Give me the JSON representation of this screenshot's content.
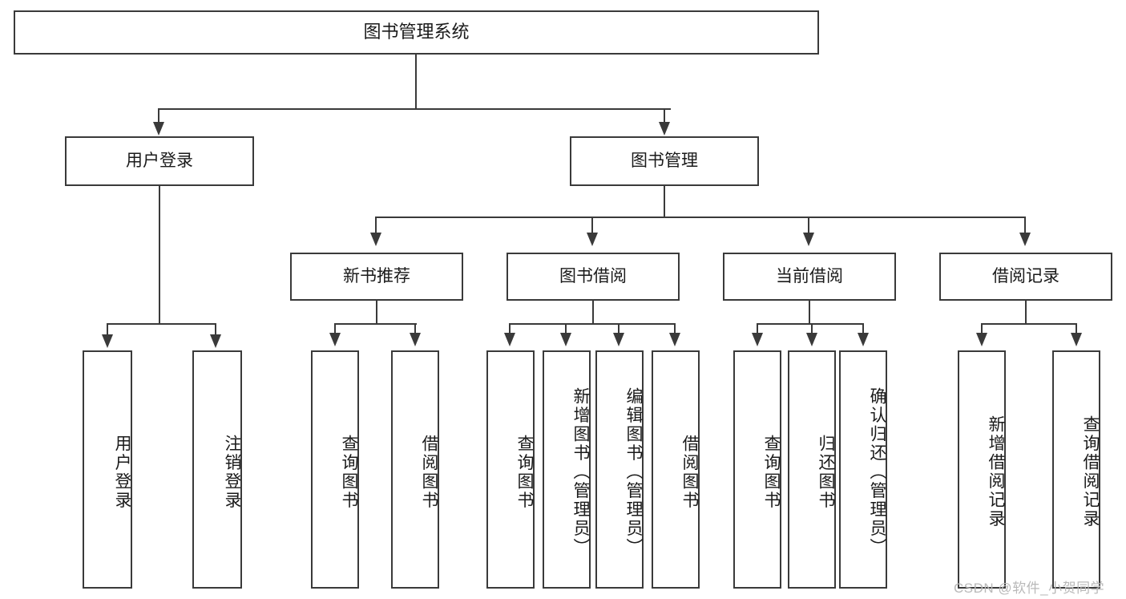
{
  "diagram": {
    "title": "图书管理系统",
    "type": "功能结构图",
    "watermark": "CSDN @软件_小贺同学",
    "colors": {
      "box_border": "#3a3a3a",
      "box_fill": "#ffffff",
      "text": "#1a1a1a",
      "connector": "#3a3a3a",
      "watermark": "#b9b9b9",
      "background": "#ffffff"
    },
    "root": {
      "label": "图书管理系统"
    },
    "level2": [
      {
        "id": "user-login",
        "label": "用户登录"
      },
      {
        "id": "book-management",
        "label": "图书管理"
      }
    ],
    "level3": [
      {
        "id": "new-book-recommend",
        "label": "新书推荐",
        "parent": "book-management"
      },
      {
        "id": "book-borrow",
        "label": "图书借阅",
        "parent": "book-management"
      },
      {
        "id": "current-borrow",
        "label": "当前借阅",
        "parent": "book-management"
      },
      {
        "id": "borrow-record",
        "label": "借阅记录",
        "parent": "book-management"
      }
    ],
    "leaves": {
      "user_login": [
        {
          "id": "leaf-user-login",
          "label": "用户登录"
        },
        {
          "id": "leaf-logout",
          "label": "注销登录"
        }
      ],
      "new_book_recommend": [
        {
          "id": "leaf-query-book-1",
          "label": "查询图书"
        },
        {
          "id": "leaf-borrow-book-1",
          "label": "借阅图书"
        }
      ],
      "book_borrow": [
        {
          "id": "leaf-query-book-2",
          "label": "查询图书"
        },
        {
          "id": "leaf-add-book",
          "label": "新增图书（管理员）"
        },
        {
          "id": "leaf-edit-book",
          "label": "编辑图书（管理员）"
        },
        {
          "id": "leaf-borrow-book-2",
          "label": "借阅图书"
        }
      ],
      "current_borrow": [
        {
          "id": "leaf-query-book-3",
          "label": "查询图书"
        },
        {
          "id": "leaf-return-book",
          "label": "归还图书"
        },
        {
          "id": "leaf-confirm-return",
          "label": "确认归还（管理员）"
        }
      ],
      "borrow_record": [
        {
          "id": "leaf-add-record",
          "label": "新增借阅记录"
        },
        {
          "id": "leaf-query-record",
          "label": "查询借阅记录"
        }
      ]
    }
  }
}
